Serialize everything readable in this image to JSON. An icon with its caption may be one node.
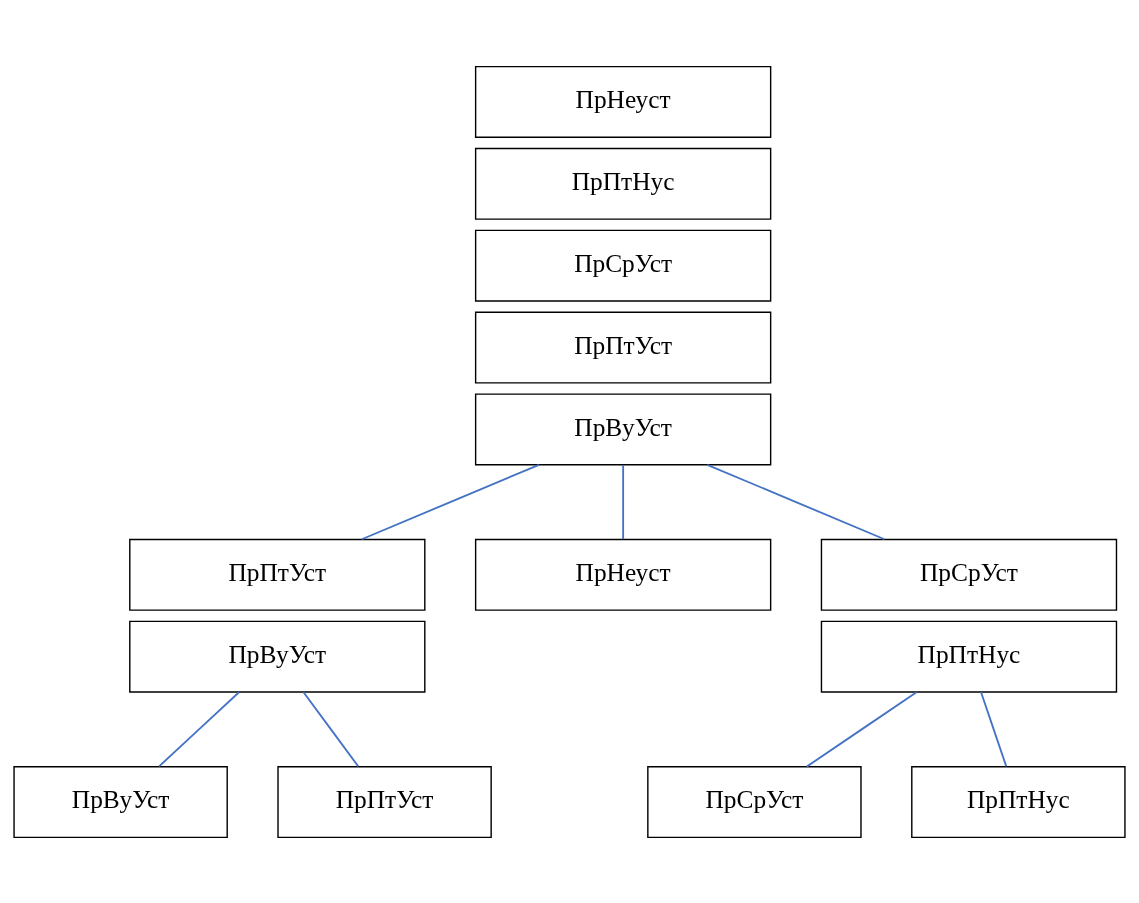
{
  "diagram": {
    "nodes": [
      {
        "text": [
          "ПрНеуст"
        ]
      },
      {
        "text": [
          "ПрПтНус"
        ]
      },
      {
        "text": [
          "ПрСрУст"
        ]
      },
      {
        "text": [
          "ПрПтУст"
        ]
      },
      {
        "text": [
          "ПрВуУст"
        ]
      },
      {
        "text": [
          "ПрПтУст"
        ]
      },
      {
        "text": [
          "ПрВуУст"
        ]
      },
      {
        "text": [
          "ПрНеуст"
        ]
      },
      {
        "text": [
          "ПрСрУст"
        ]
      },
      {
        "text": [
          "ПрПтНус"
        ]
      },
      {
        "text": [
          "ПрВуУст"
        ]
      },
      {
        "text": [
          "ПрПтУст"
        ]
      },
      {
        "text": [
          "ПрСрУст"
        ]
      },
      {
        "text": [
          "ПрПтНус"
        ]
      }
    ],
    "edges": [
      {
        "from": 4,
        "to": 5,
        "arrow": "none"
      },
      {
        "from": 4,
        "to": 7,
        "arrow": "none"
      },
      {
        "from": 4,
        "to": 8,
        "arrow": "none"
      },
      {
        "from": 6,
        "to": 10,
        "arrow": "none"
      },
      {
        "from": 6,
        "to": 11,
        "arrow": "none"
      },
      {
        "from": 9,
        "to": 12,
        "arrow": "none"
      },
      {
        "from": 9,
        "to": 13,
        "arrow": "none"
      }
    ]
  }
}
